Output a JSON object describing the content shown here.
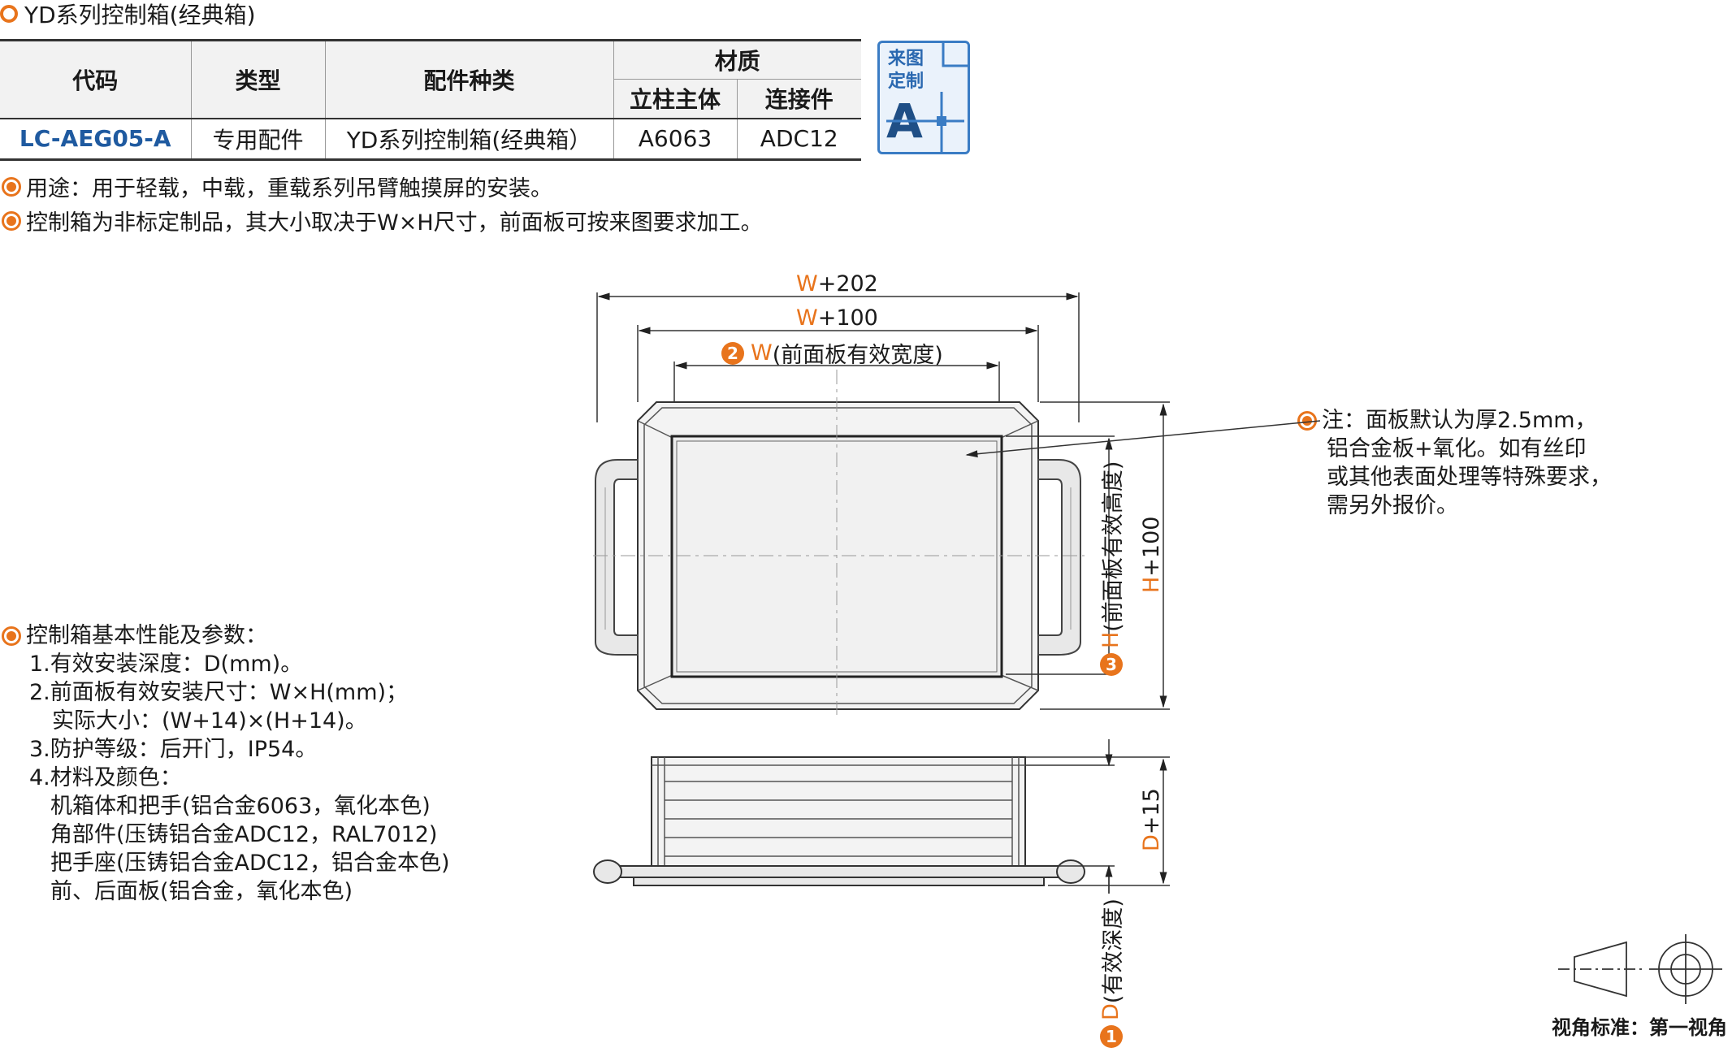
{
  "title": "YD系列控制箱(经典箱)",
  "table": {
    "headers": {
      "code": "代码",
      "type": "类型",
      "category": "配件种类",
      "material": "材质",
      "material_post": "立柱主体",
      "material_connector": "连接件"
    },
    "row": {
      "code": "LC-AEG05-A",
      "type": "专用配件",
      "category": "YD系列控制箱(经典箱）",
      "material_post": "A6063",
      "material_connector": "ADC12"
    }
  },
  "badge": {
    "line1": "来图",
    "line2": "定制",
    "letter": "A"
  },
  "usage": "用途：用于轻载，中载，重载系列吊臂触摸屏的安装。",
  "custom_note": "控制箱为非标定制品，其大小取决于W×H尺寸，前面板可按来图要求加工。",
  "params": {
    "heading": "控制箱基本性能及参数：",
    "lines": [
      "1.有效安装深度：D(mm)。",
      "2.前面板有效安装尺寸：W×H(mm)；",
      "实际大小：(W+14)×(H+14)。",
      "3.防护等级：后开门，IP54。",
      "4.材料及颜色：",
      "机箱体和把手(铝合金6063，氧化本色)",
      "角部件(压铸铝合金ADC12，RAL7012)",
      "把手座(压铸铝合金ADC12，铝合金本色)",
      "前、后面板(铝合金，氧化本色)"
    ]
  },
  "note": {
    "lines": [
      "注：面板默认为厚2.5mm，",
      "铝合金板+氧化。如有丝印",
      "或其他表面处理等特殊要求，",
      "需另外报价。"
    ]
  },
  "dimensions": {
    "w_letter": "W",
    "h_letter": "H",
    "d_letter": "D",
    "w202": "+202",
    "w100": "+100",
    "w_desc": "(前面板有效宽度)",
    "h_desc": "(前面板有效高度)",
    "h100": "+100",
    "d15": "+15",
    "d_desc": "(有效深度)",
    "num2": "2",
    "num3": "3",
    "num1": "1"
  },
  "view_standard": "视角标准：第一视角",
  "colors": {
    "accent": "#e8741c",
    "code_blue": "#1f5aa0",
    "badge_blue": "#3a7cc4"
  }
}
